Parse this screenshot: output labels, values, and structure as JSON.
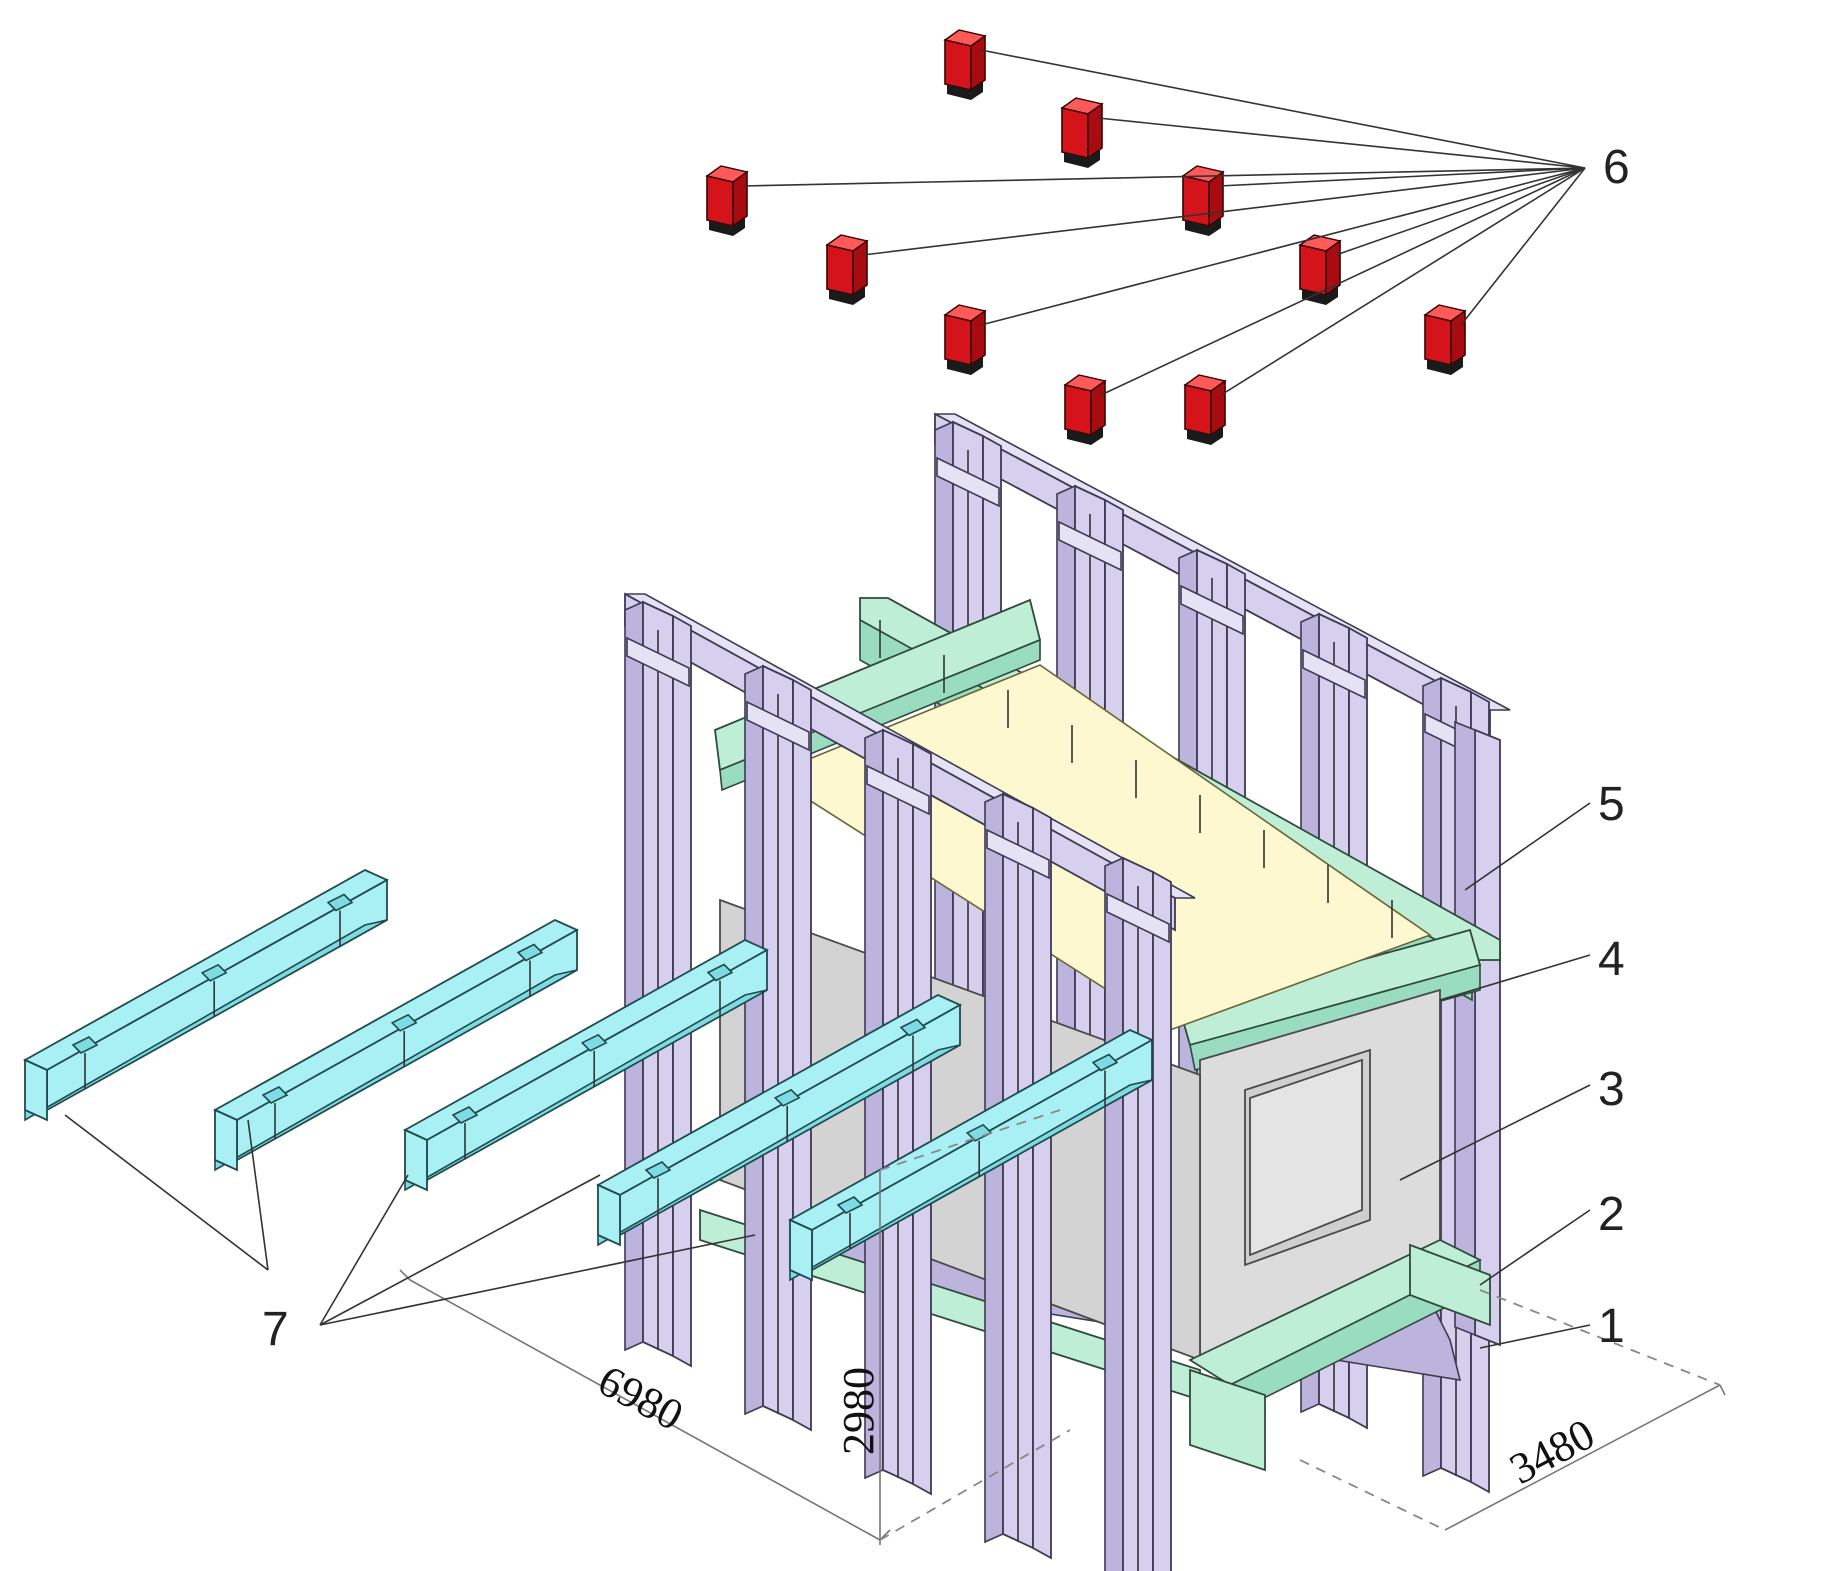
{
  "callouts": {
    "c1": "1",
    "c2": "2",
    "c3": "3",
    "c4": "4",
    "c5": "5",
    "c6": "6",
    "c7": "7"
  },
  "dimensions": {
    "length": "6980",
    "height": "2980",
    "width": "3480"
  },
  "colors": {
    "frames": "#d6d0ee",
    "beams_green": "#bfeed6",
    "beams_cyan": "#a9f0f4",
    "jacks": "#d4141a",
    "slab": "#fdf8cf",
    "panel": "#dcdcdc"
  }
}
